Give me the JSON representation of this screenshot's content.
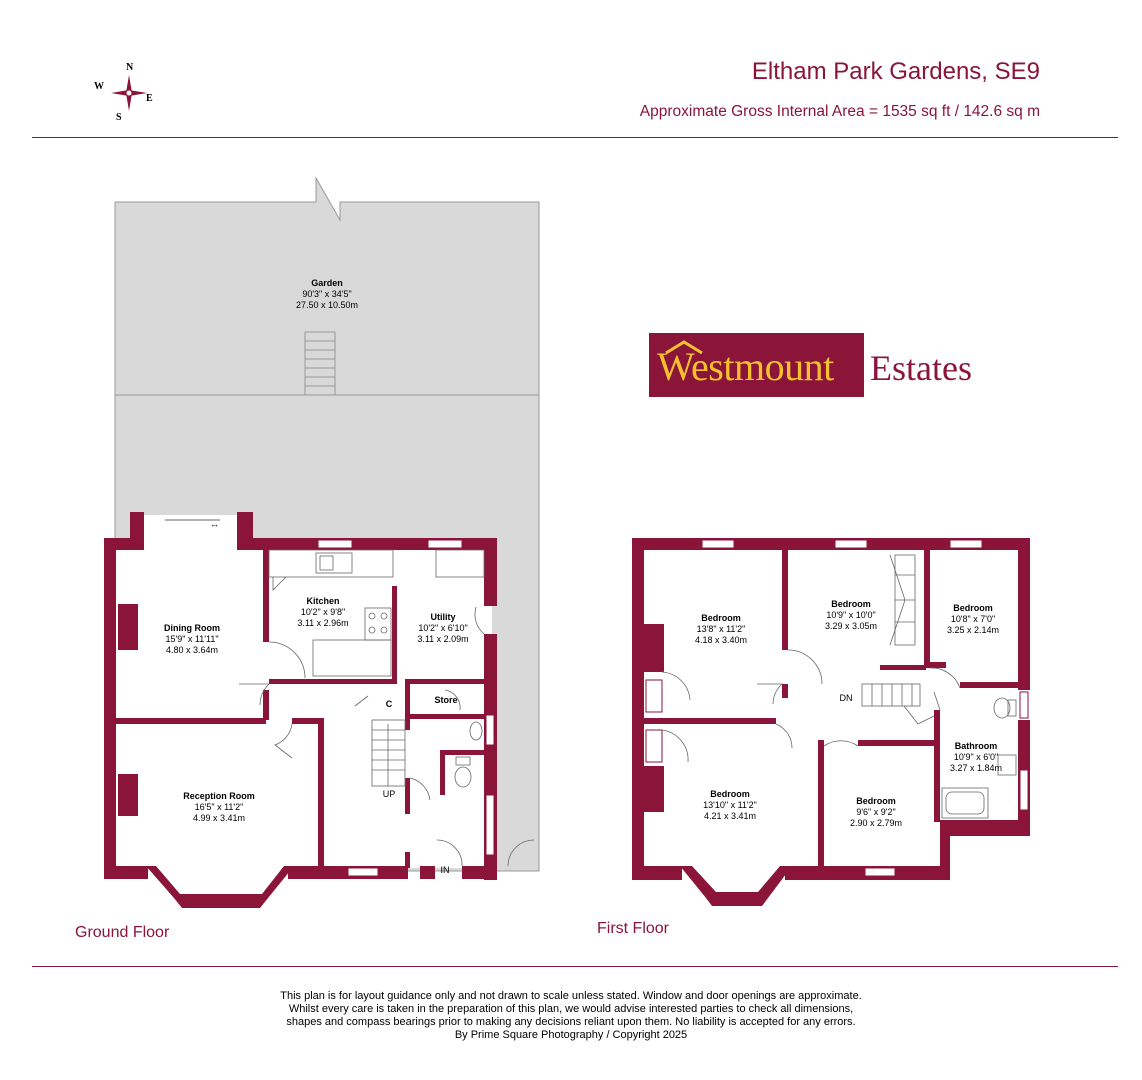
{
  "header": {
    "title": "Eltham Park Gardens, SE9",
    "area": "Approximate Gross Internal Area = 1535 sq ft / 142.6 sq m"
  },
  "compass": {
    "n": "N",
    "s": "S",
    "e": "E",
    "w": "W"
  },
  "logo": {
    "word1": "Westmount",
    "word2": "Estates"
  },
  "ground_floor": {
    "label": "Ground Floor",
    "rooms": [
      {
        "name": "Garden",
        "imperial": "90'3\" x 34'5\"",
        "metric": "27.50 x 10.50m"
      },
      {
        "name": "Dining Room",
        "imperial": "15'9\" x 11'11\"",
        "metric": "4.80 x 3.64m"
      },
      {
        "name": "Kitchen",
        "imperial": "10'2\" x 9'8\"",
        "metric": "3.11 x 2.96m"
      },
      {
        "name": "Utility",
        "imperial": "10'2\" x 6'10\"",
        "metric": "3.11 x 2.09m"
      },
      {
        "name": "Reception Room",
        "imperial": "16'5\" x 11'2\"",
        "metric": "4.99 x 3.41m"
      }
    ],
    "markers": {
      "c": "C",
      "store": "Store",
      "up": "UP",
      "in": "IN"
    }
  },
  "first_floor": {
    "label": "First Floor",
    "rooms": [
      {
        "name": "Bedroom",
        "imperial": "13'8\" x 11'2\"",
        "metric": "4.18 x 3.40m"
      },
      {
        "name": "Bedroom",
        "imperial": "10'9\" x 10'0\"",
        "metric": "3.29 x 3.05m"
      },
      {
        "name": "Bedroom",
        "imperial": "10'8\" x 7'0\"",
        "metric": "3.25 x 2.14m"
      },
      {
        "name": "Bathroom",
        "imperial": "10'9\" x 6'0\"",
        "metric": "3.27 x 1.84m"
      },
      {
        "name": "Bedroom",
        "imperial": "13'10\" x 11'2\"",
        "metric": "4.21 x 3.41m"
      },
      {
        "name": "Bedroom",
        "imperial": "9'6\" x 9'2\"",
        "metric": "2.90 x 2.79m"
      }
    ],
    "markers": {
      "dn": "DN"
    }
  },
  "disclaimer": {
    "line1": "This plan is for layout guidance only and not drawn to scale unless stated. Window and door openings are approximate.",
    "line2": "Whilst every care is taken in the preparation of this plan, we would advise interested parties to check all dimensions,",
    "line3": "shapes and compass bearings prior to making any decisions reliant upon them. No liability is accepted for any errors.",
    "line4": "By Prime Square Photography / Copyright 2025"
  },
  "colors": {
    "wall": "#8a1538",
    "garden": "#d9d9d9",
    "logo_gold": "#f4c030"
  }
}
